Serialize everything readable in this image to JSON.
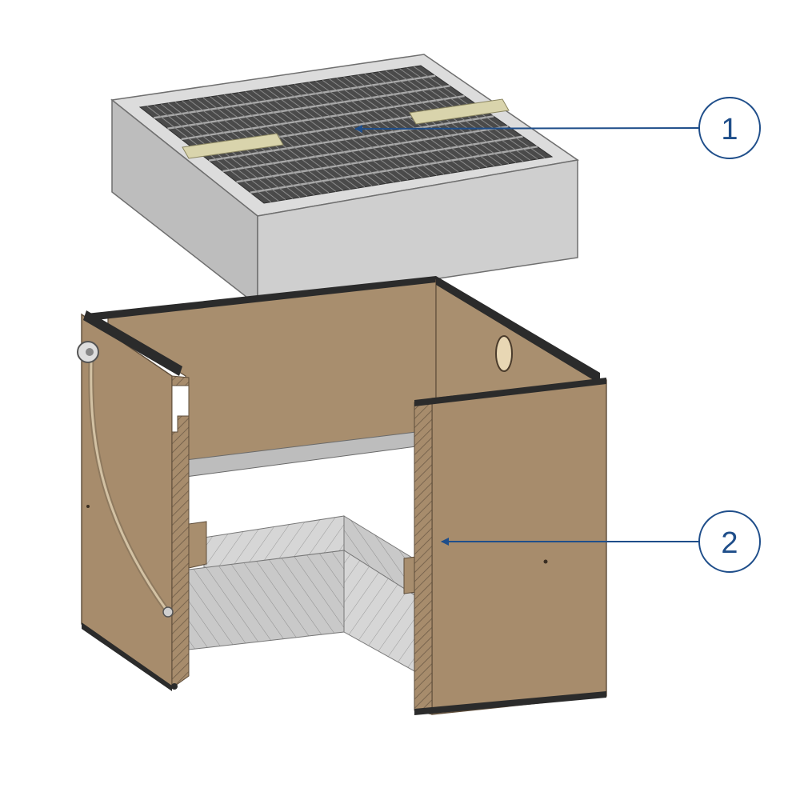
{
  "colors": {
    "background": "#ffffff",
    "filter_top": "#dcdcdc",
    "filter_front": "#c7c7c7",
    "filter_side": "#b3b3b3",
    "grille_dark": "#3d3d3d",
    "grille_light": "#a9a9a9",
    "strap": "#d9d4ac",
    "wood_front": "#a78c6c",
    "wood_dark": "#9a805f",
    "wood_inner": "#b39a7a",
    "edge_band": "#2b2b2b",
    "hatch": "#7a6a55",
    "tray_light": "#e2e2e2",
    "tray_mid": "#cfcfcf",
    "tray_dark": "#bcbcbc",
    "rail": "#b5b5b5",
    "callout": "#1f4e8a"
  },
  "callouts": [
    {
      "id": "1",
      "label": "1",
      "part": "filter-grille-box"
    },
    {
      "id": "2",
      "label": "2",
      "part": "cabinet-side-panel"
    }
  ]
}
